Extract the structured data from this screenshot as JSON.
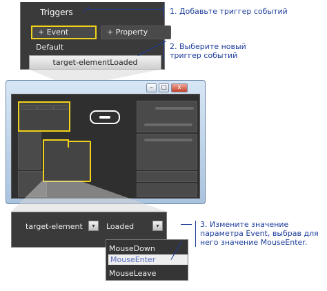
{
  "triggers_panel": {
    "title": "Triggers",
    "event_button": "+ Event",
    "property_button": "+ Property",
    "default_label": "Default",
    "selected_trigger": "target-elementLoaded"
  },
  "window": {
    "minimize_glyph": "–",
    "maximize_glyph": "□",
    "close_glyph": "x"
  },
  "event_panel": {
    "source_label": "target-element",
    "event_label": "Loaded",
    "arrow_glyph": "▾"
  },
  "event_dropdown": {
    "options": [
      "MouseDown",
      "MouseEnter",
      "MouseLeave"
    ],
    "selected": "MouseEnter"
  },
  "callouts": {
    "step1": "1. Добавьте триггер событий",
    "step2_line1": "2. Выберите новый",
    "step2_line2": "триггер событий",
    "step3_line1": "3. Измените значение",
    "step3_line2": "параметра Event, выбрав для",
    "step3_line3": "него значение MouseEnter."
  },
  "colors": {
    "highlight": "#f1d21a",
    "callout_text": "#1d3e9c",
    "panel_bg": "#3a3a3a"
  }
}
